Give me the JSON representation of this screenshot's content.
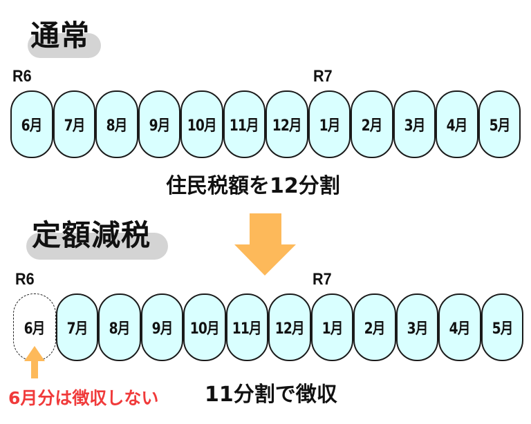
{
  "sections": {
    "normal": {
      "title": "通常",
      "era_start": "R6",
      "era_next": "R7",
      "months": [
        "6月",
        "7月",
        "8月",
        "9月",
        "10月",
        "11月",
        "12月",
        "1月",
        "2月",
        "3月",
        "4月",
        "5月"
      ],
      "caption": "住民税額を12分割"
    },
    "fixed_reduction": {
      "title": "定額減税",
      "era_start": "R6",
      "era_next": "R7",
      "skipped_month": "6月",
      "months": [
        "7月",
        "8月",
        "9月",
        "10月",
        "11月",
        "12月",
        "1月",
        "2月",
        "3月",
        "4月",
        "5月"
      ],
      "caption": "11分割で徴収",
      "note": "6月分は徴収しない"
    }
  },
  "icons": {
    "transition_arrow": "arrow-down-icon",
    "skip_pointer": "arrow-up-icon"
  },
  "colors": {
    "pill_fill": "#d9ffff",
    "pill_border": "#1a1a1a",
    "heading_highlight": "#d4d4d4",
    "arrow": "#fdb95a",
    "note": "#f03a3a"
  }
}
